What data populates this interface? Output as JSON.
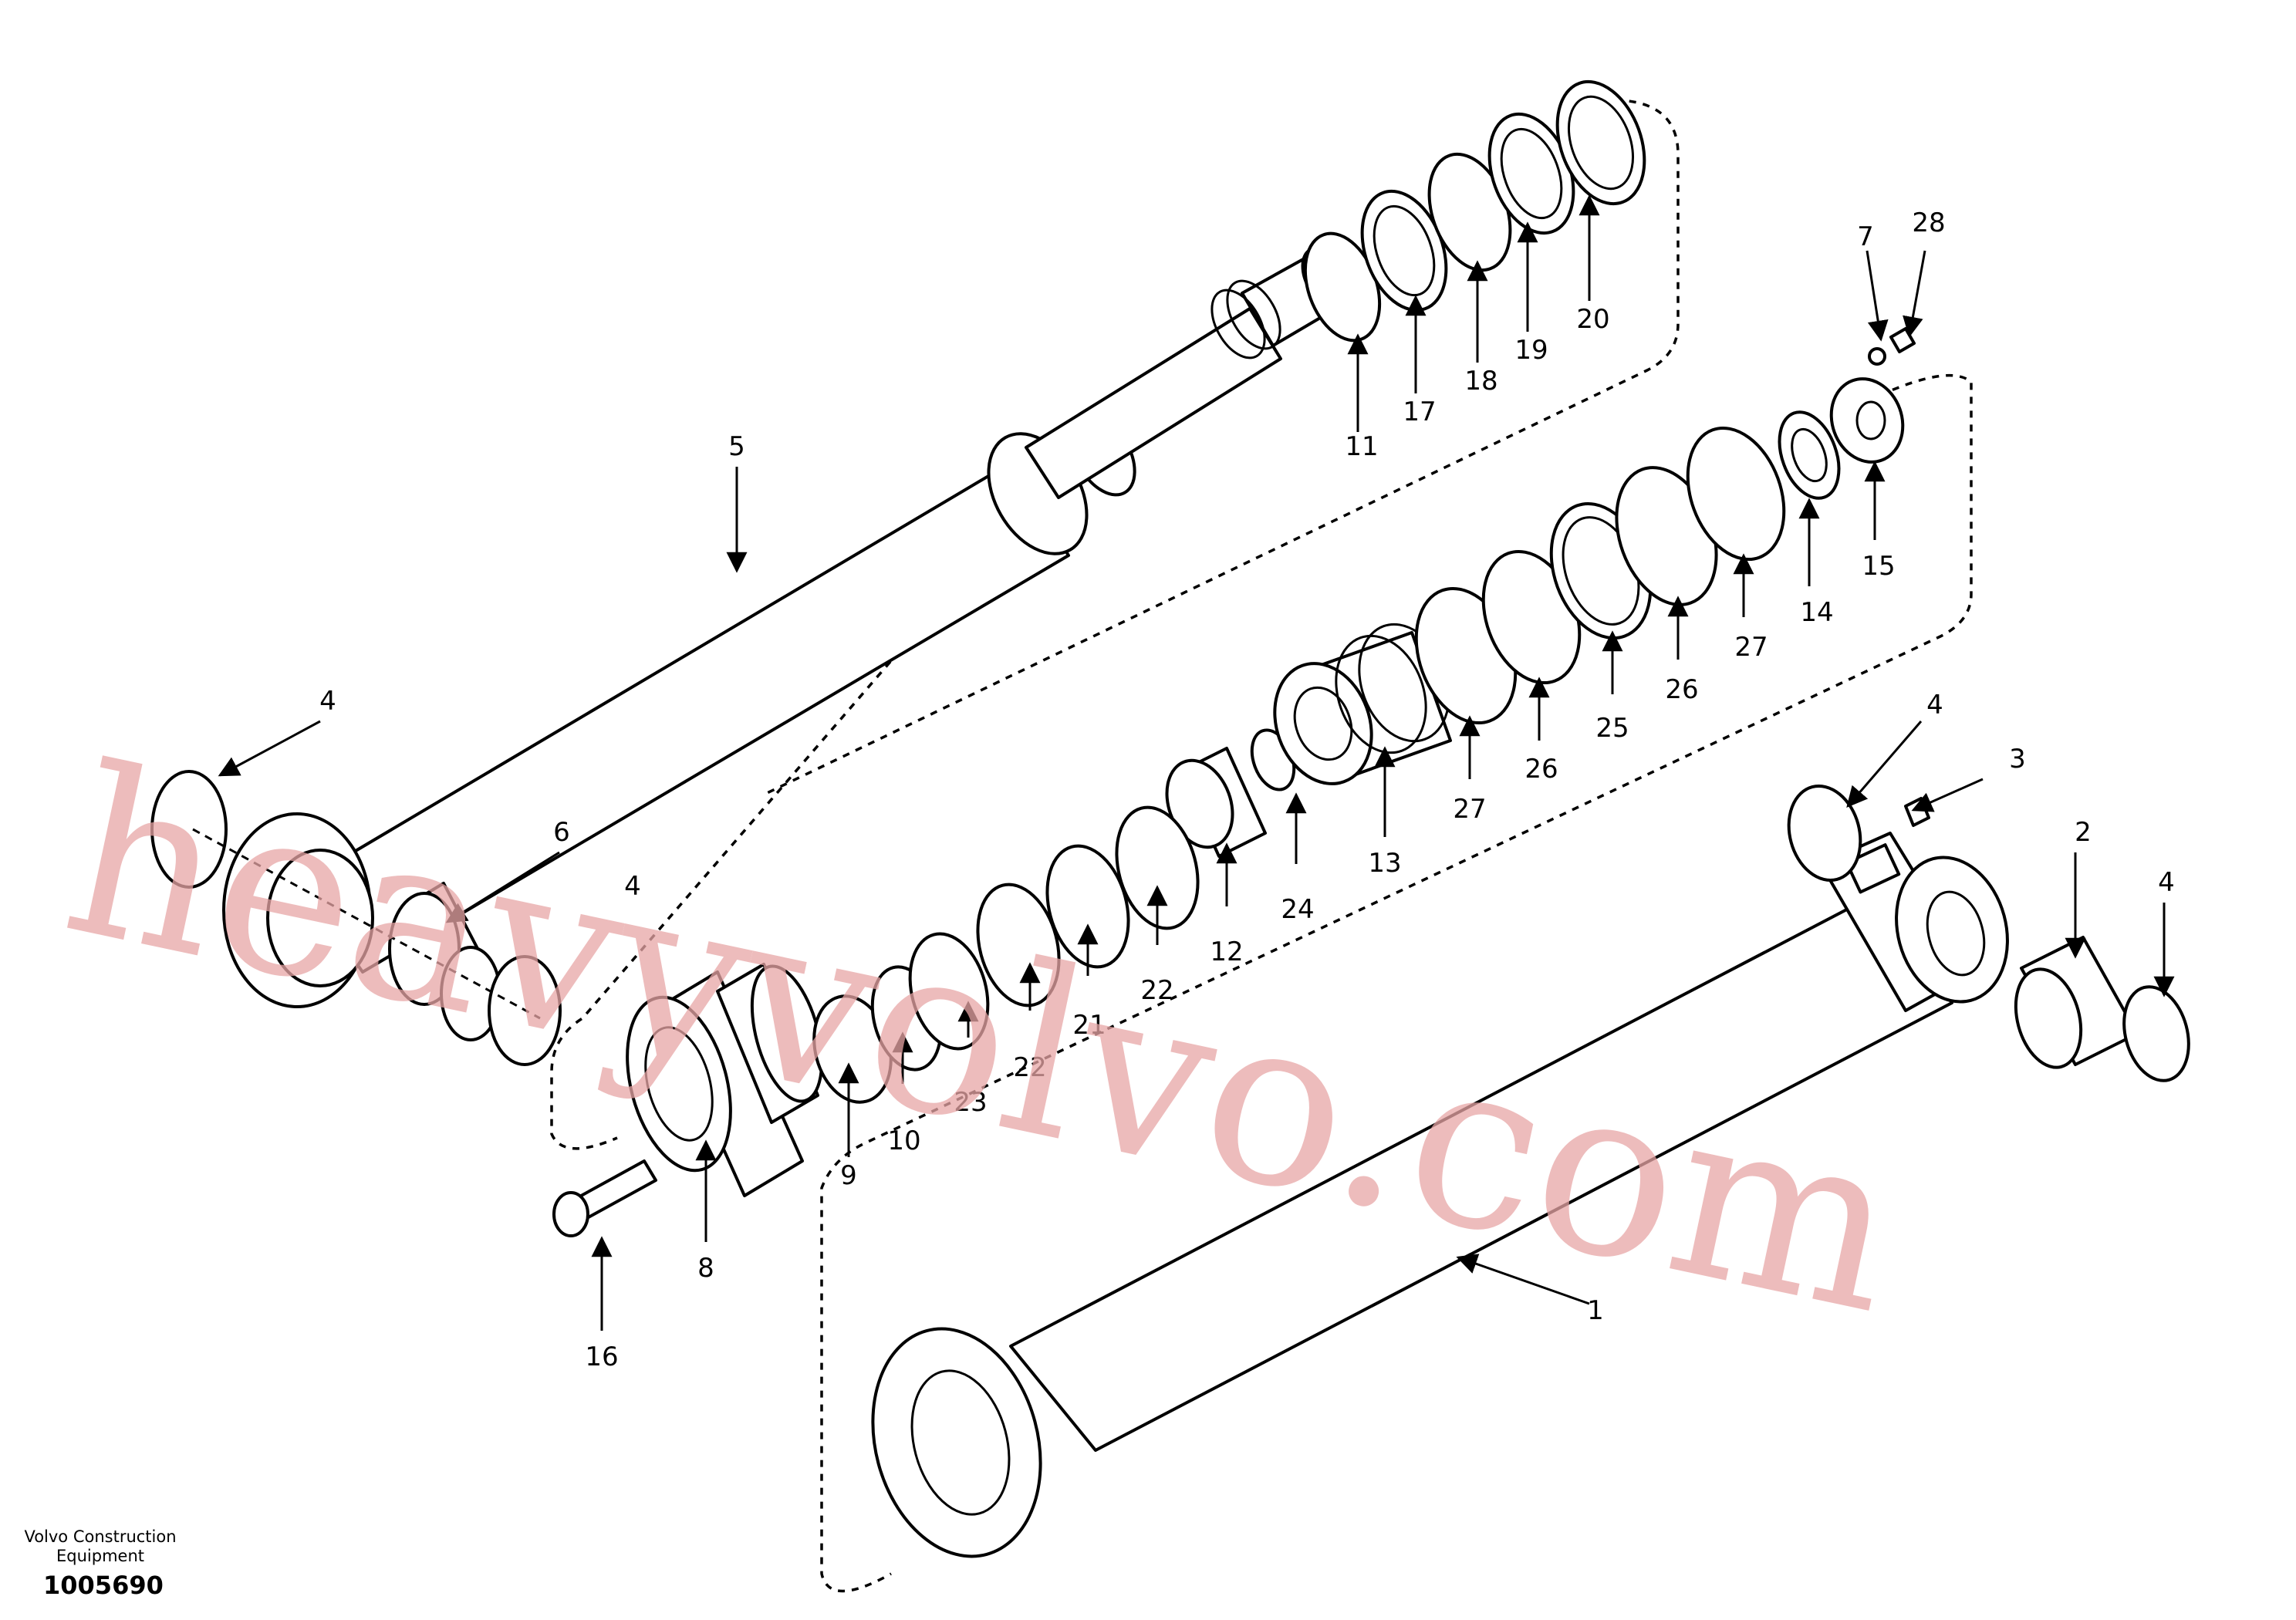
{
  "watermark": "heavyvolvo.com",
  "footer": {
    "company_line1": "Volvo Construction",
    "company_line2": "Equipment",
    "drawing_number": "1005690"
  },
  "callouts": [
    "1",
    "2",
    "3",
    "4",
    "4",
    "4",
    "4",
    "5",
    "6",
    "7",
    "8",
    "9",
    "10",
    "11",
    "12",
    "13",
    "14",
    "15",
    "16",
    "17",
    "18",
    "19",
    "20",
    "21",
    "22",
    "22",
    "23",
    "24",
    "25",
    "26",
    "26",
    "27",
    "27",
    "28"
  ]
}
